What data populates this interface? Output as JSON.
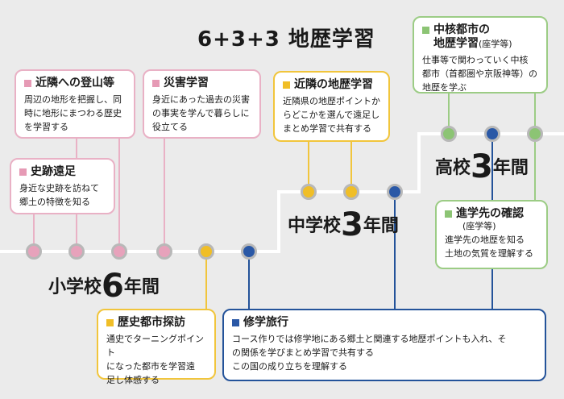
{
  "title": "6+3+3 地歴学習",
  "colors": {
    "pink": "#e9b1c5",
    "yellow": "#f1c53c",
    "blue": "#24539a",
    "green": "#9ccc85",
    "gray": "#b8b8b8"
  },
  "stages": {
    "elementary": {
      "pre": "小学校",
      "num": "6",
      "post": "年間"
    },
    "junior": {
      "pre": "中学校",
      "num": "3",
      "post": "年間"
    },
    "high": {
      "pre": "高校",
      "num": "3",
      "post": "年間"
    }
  },
  "cards": {
    "hiking": {
      "title": "近隣への登山等",
      "desc": "周辺の地形を把握し、同\n時に地形にまつわる歴史\nを学習する"
    },
    "disaster": {
      "title": "災害学習",
      "desc": "身近にあった過去の災害\nの事実を学んで暮らしに\n役立てる"
    },
    "ruins": {
      "title": "史跡遠足",
      "desc": "身近な史跡を訪ねて\n郷土の特徴を知る"
    },
    "history_city": {
      "title": "歴史都市探訪",
      "desc": "通史でターニングポイント\nになった都市を学習遠\n足し体感する"
    },
    "neighbor_history": {
      "title": "近隣の地歴学習",
      "desc": "近隣県の地歴ポイントか\nらどこかを選んで遠足し\nまとめ学習で共有する"
    },
    "school_trip": {
      "title": "修学旅行",
      "desc": "コース作りでは修学地にある郷土と関連する地歴ポイントも入れ、そ\nの関係を学びまとめ学習で共有する\nこの国の成り立ちを理解する"
    },
    "core_city": {
      "title": "中核都市の\n地歴学習",
      "sub": "(座学等)",
      "desc": "仕事等で関わっていく中核\n都市（首都圏や京阪神等）の\n地歴を学ぶ"
    },
    "career": {
      "title": "進学先の確認",
      "sub": "(座学等)",
      "desc": "進学先の地歴を知る\n土地の気質を理解する"
    }
  }
}
